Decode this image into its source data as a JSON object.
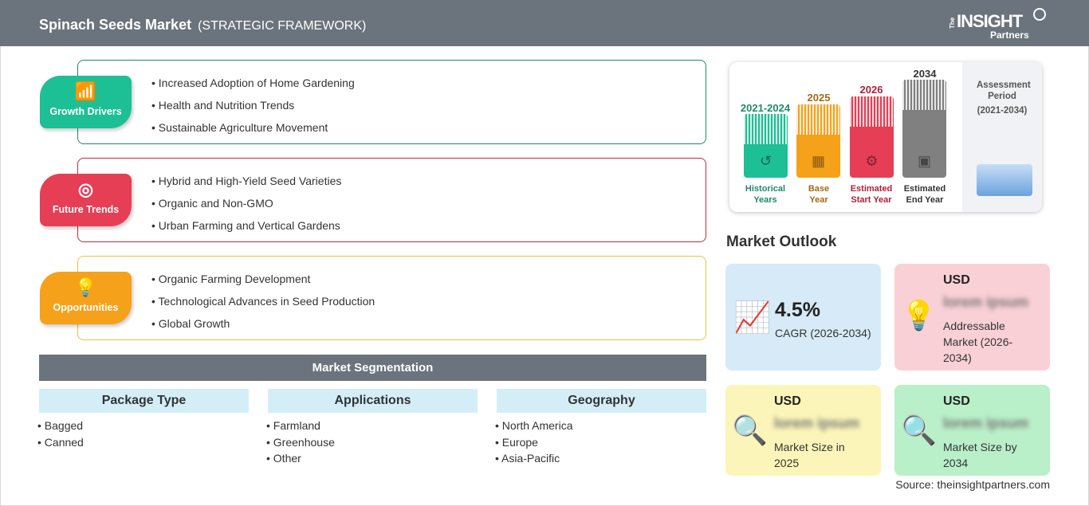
{
  "header": {
    "title": "Spinach Seeds Market",
    "subtitle": "(STRATEGIC FRAMEWORK)",
    "logo": "The INSIGHT Partners"
  },
  "sections": [
    {
      "label": "Growth Drivers",
      "icon": "growth-chart-icon",
      "color": "#1dbf95",
      "items": [
        "Increased Adoption of Home Gardening",
        "Health and Nutrition Trends",
        "Sustainable Agriculture Movement"
      ]
    },
    {
      "label": "Future Trends",
      "icon": "target-icon",
      "color": "#e63e55",
      "items": [
        "Hybrid and High-Yield Seed Varieties",
        "Organic and Non-GMO",
        "Urban Farming and Vertical Gardens"
      ]
    },
    {
      "label": "Opportunities",
      "icon": "lightbulb-hand-icon",
      "color": "#f6a11a",
      "items": [
        "Organic Farming Development",
        "Technological Advances in Seed Production",
        "Global Growth"
      ]
    }
  ],
  "segmentation": {
    "title": "Market Segmentation",
    "columns": [
      {
        "header": "Package Type",
        "items": [
          "Bagged",
          "Canned"
        ]
      },
      {
        "header": "Applications",
        "items": [
          "Farmland",
          "Greenhouse",
          "Other"
        ]
      },
      {
        "header": "Geography",
        "items": [
          "North America",
          "Europe",
          "Asia-Pacific"
        ]
      }
    ]
  },
  "timeline": {
    "bars": [
      {
        "year": "2021-2024",
        "label": "Historical Years",
        "color": "#1dbf95",
        "text_color": "#1f8a6a"
      },
      {
        "year": "2025",
        "label": "Base Year",
        "color": "#f6a11a",
        "text_color": "#a06a1a"
      },
      {
        "year": "2026",
        "label": "Estimated Start Year",
        "color": "#e63e55",
        "text_color": "#b01e3a"
      },
      {
        "year": "2034",
        "label": "Estimated End Year",
        "color": "#808080",
        "text_color": "#333333"
      }
    ],
    "assessment": "Assessment Period",
    "assessment_range": "(2021-2034)"
  },
  "outlook": {
    "title": "Market Outlook",
    "cagr_value": "4.5%",
    "cagr_label": "CAGR (2026-2034)",
    "cards": [
      {
        "currency": "USD",
        "value": "lorem ipsum",
        "label": "Addressable Market (2026-2034)",
        "color": "#f9d0d6"
      },
      {
        "currency": "USD",
        "value": "lorem ipsum",
        "label": "Market Size in 2025",
        "color": "#fbf5b9"
      },
      {
        "currency": "USD",
        "value": "lorem ipsum",
        "label": "Market Size by 2034",
        "color": "#b9efc9"
      }
    ]
  },
  "source": "Source: theinsightpartners.com"
}
